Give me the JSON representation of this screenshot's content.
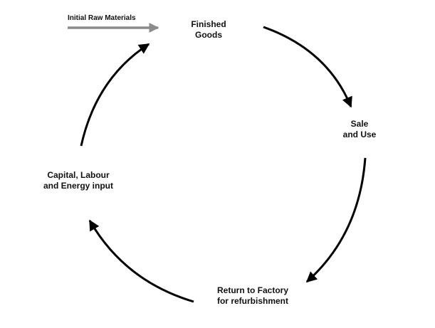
{
  "diagram": {
    "input": {
      "label": "Initial Raw Materials",
      "arrow_color": "#8c8c8c"
    },
    "nodes": [
      {
        "id": "finished-goods",
        "lines": [
          "Finished",
          "Goods"
        ]
      },
      {
        "id": "sale-and-use",
        "lines": [
          "Sale",
          "and Use"
        ]
      },
      {
        "id": "return-to-factory",
        "lines": [
          "Return to Factory",
          "for refurbishment"
        ]
      },
      {
        "id": "capital-labour-energy",
        "lines": [
          "Capital, Labour",
          "and Energy input"
        ]
      }
    ],
    "cycle_arrow_color": "#000000"
  }
}
